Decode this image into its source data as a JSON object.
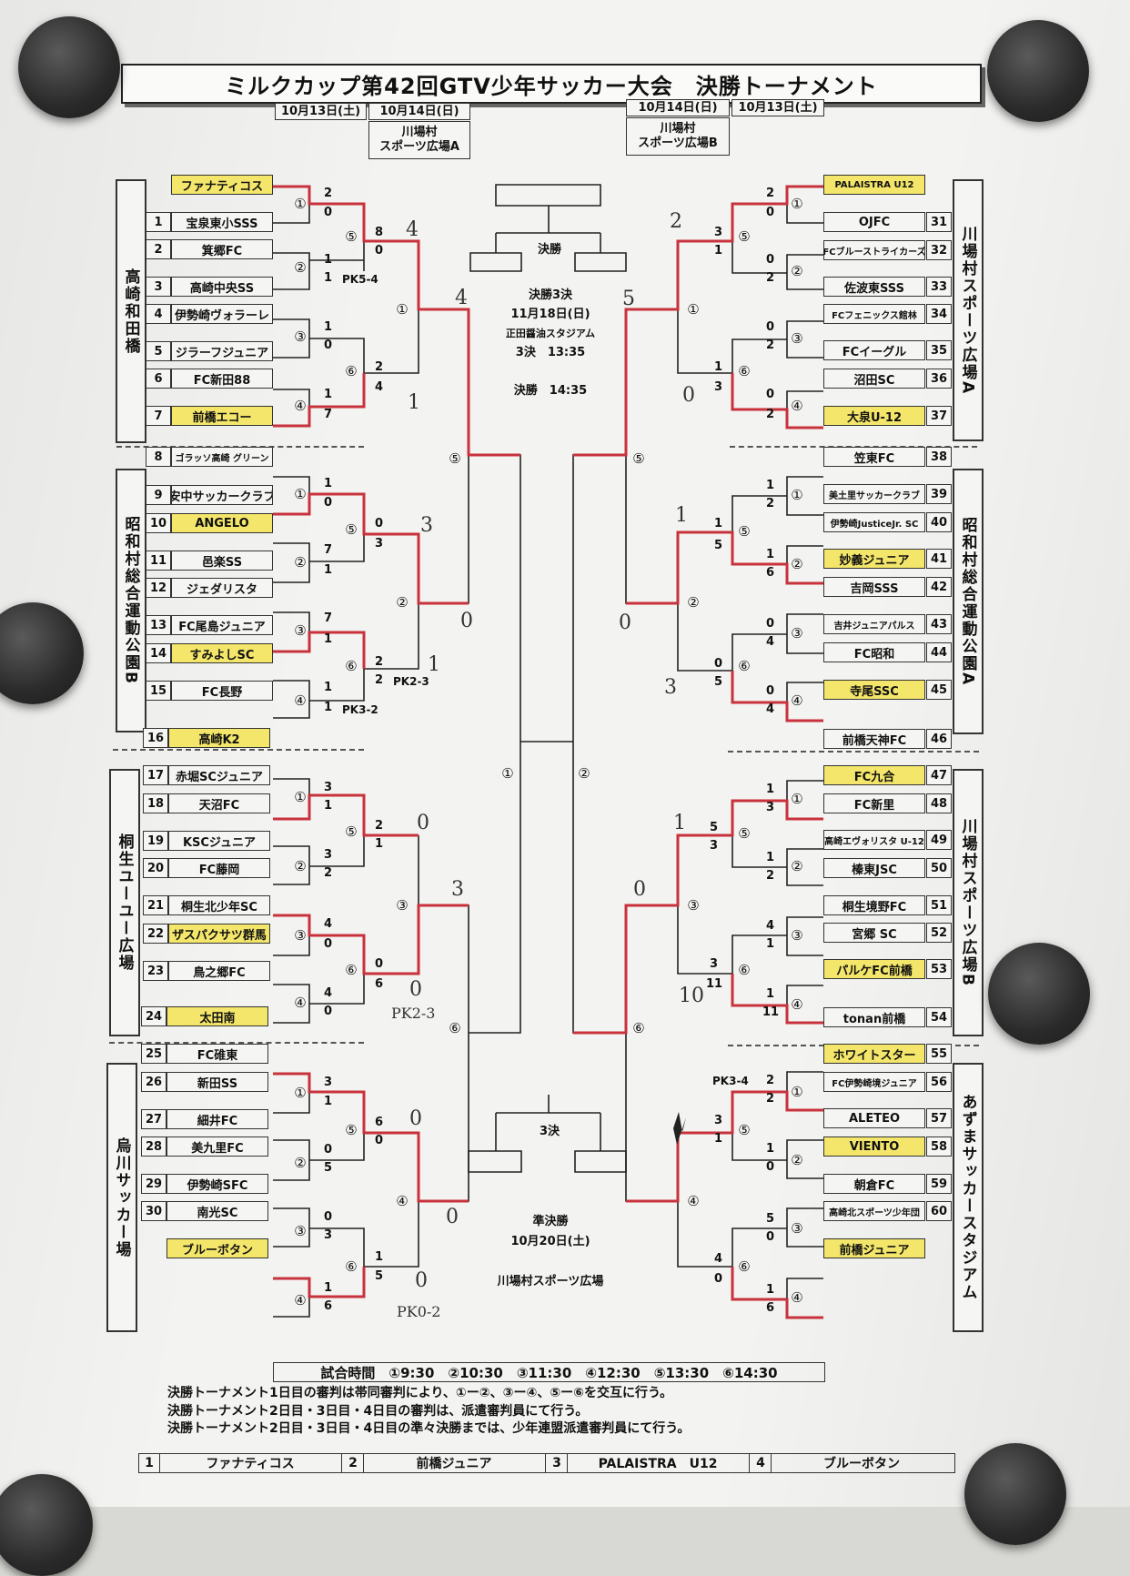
{
  "header": {
    "title": "ミルクカップ第42回GTV少年サッカー大会　決勝トーナメント",
    "left_dates": [
      "10月13日(土)",
      "10月14日(日)"
    ],
    "left_venue": [
      "川場村",
      "スポーツ広場A"
    ],
    "right_dates": [
      "10月14日(日)",
      "10月13日(土)"
    ],
    "right_venue": [
      "川場村",
      "スポーツ広場B"
    ]
  },
  "groups": {
    "left": [
      "高崎和田橋",
      "昭和村総合運動公園B",
      "桐生ユーユー広場",
      "烏川サッカー場"
    ],
    "right": [
      "川場村スポーツ広場A",
      "昭和村総合運動公園A",
      "川場村スポーツ広場B",
      "あずまサッカースタジアム"
    ]
  },
  "left_teams": [
    {
      "no": "",
      "name": "ファナティコス",
      "hl": true
    },
    {
      "no": "1",
      "name": "宝泉東小SSS"
    },
    {
      "no": "2",
      "name": "箕郷FC"
    },
    {
      "no": "3",
      "name": "高崎中央SS"
    },
    {
      "no": "4",
      "name": "伊勢崎ヴォラーレ"
    },
    {
      "no": "5",
      "name": "ジラーフジュニア"
    },
    {
      "no": "6",
      "name": "FC新田88"
    },
    {
      "no": "7",
      "name": "前橋エコー",
      "hl": true
    },
    {
      "no": "8",
      "name": "ゴラッソ高崎 グリーン",
      "small": true
    },
    {
      "no": "9",
      "name": "安中サッカークラブ"
    },
    {
      "no": "10",
      "name": "ANGELO",
      "hl": true
    },
    {
      "no": "11",
      "name": "邑楽SS"
    },
    {
      "no": "12",
      "name": "ジェダリスタ"
    },
    {
      "no": "13",
      "name": "FC尾島ジュニア"
    },
    {
      "no": "14",
      "name": "すみよしSC",
      "hl": true
    },
    {
      "no": "15",
      "name": "FC長野"
    },
    {
      "no": "16",
      "name": "高崎K2",
      "hl": true
    },
    {
      "no": "17",
      "name": "赤堀SCジュニア"
    },
    {
      "no": "18",
      "name": "天沼FC"
    },
    {
      "no": "19",
      "name": "KSCジュニア"
    },
    {
      "no": "20",
      "name": "FC藤岡"
    },
    {
      "no": "21",
      "name": "桐生北少年SC"
    },
    {
      "no": "22",
      "name": "ザスパクサツ群馬",
      "hl": true
    },
    {
      "no": "23",
      "name": "鳥之郷FC"
    },
    {
      "no": "24",
      "name": "太田南",
      "hl": true
    },
    {
      "no": "25",
      "name": "FC碓東"
    },
    {
      "no": "26",
      "name": "新田SS"
    },
    {
      "no": "27",
      "name": "細井FC"
    },
    {
      "no": "28",
      "name": "美九里FC"
    },
    {
      "no": "29",
      "name": "伊勢崎SFC"
    },
    {
      "no": "30",
      "name": "南光SC"
    },
    {
      "no": "",
      "name": "ブルーボタン",
      "hl": true
    }
  ],
  "right_teams": [
    {
      "no": "",
      "name": "PALAISTRA U12",
      "hl": true,
      "small": true
    },
    {
      "no": "31",
      "name": "OJFC"
    },
    {
      "no": "32",
      "name": "FCブルーストライカーズ",
      "small": true
    },
    {
      "no": "33",
      "name": "佐波東SSS"
    },
    {
      "no": "34",
      "name": "FCフェニックス館林",
      "small": true
    },
    {
      "no": "35",
      "name": "FCイーグル"
    },
    {
      "no": "36",
      "name": "沼田SC"
    },
    {
      "no": "37",
      "name": "大泉U-12",
      "hl": true
    },
    {
      "no": "38",
      "name": "笠東FC"
    },
    {
      "no": "39",
      "name": "美土里サッカークラブ",
      "small": true
    },
    {
      "no": "40",
      "name": "伊勢崎JusticeJr. SC",
      "small": true
    },
    {
      "no": "41",
      "name": "妙義ジュニア",
      "hl": true
    },
    {
      "no": "42",
      "name": "吉岡SSS"
    },
    {
      "no": "43",
      "name": "吉井ジュニアパルス",
      "small": true
    },
    {
      "no": "44",
      "name": "FC昭和"
    },
    {
      "no": "45",
      "name": "寺尾SSC",
      "hl": true
    },
    {
      "no": "46",
      "name": "前橋天神FC"
    },
    {
      "no": "47",
      "name": "FC九合",
      "hl": true
    },
    {
      "no": "48",
      "name": "FC新里"
    },
    {
      "no": "49",
      "name": "高崎エヴォリスタ U-12",
      "small": true
    },
    {
      "no": "50",
      "name": "榛東JSC"
    },
    {
      "no": "51",
      "name": "桐生境野FC"
    },
    {
      "no": "52",
      "name": "宮郷 SC"
    },
    {
      "no": "53",
      "name": "パルケFC前橋",
      "hl": true
    },
    {
      "no": "54",
      "name": "tonan前橋"
    },
    {
      "no": "55",
      "name": "ホワイトスター",
      "hl": true
    },
    {
      "no": "56",
      "name": "FC伊勢崎境ジュニア",
      "small": true
    },
    {
      "no": "57",
      "name": "ALETEO"
    },
    {
      "no": "58",
      "name": "VIENTO",
      "hl": true
    },
    {
      "no": "59",
      "name": "朝倉FC"
    },
    {
      "no": "60",
      "name": "高崎北スポーツ少年団",
      "small": true
    },
    {
      "no": "",
      "name": "前橋ジュニア",
      "hl": true
    }
  ],
  "center": {
    "final_label": "決勝",
    "final_info": [
      "決勝3決",
      "11月18日(日)",
      "正田醤油スタジアム",
      "3決　13:35",
      "決勝　14:35"
    ],
    "third_label": "3決",
    "semi_info": [
      "準決勝",
      "10月20日(土)",
      "川場村スポーツ広場"
    ],
    "match_marks": [
      "①",
      "②",
      "⑤",
      "⑥",
      "⑤",
      "⑥"
    ]
  },
  "left_marks": [
    "①",
    "⑤",
    "②",
    "③",
    "⑥",
    "④",
    "①",
    "①",
    "⑤",
    "②",
    "③",
    "⑥",
    "④",
    "②",
    "①",
    "⑤",
    "②",
    "③",
    "⑥",
    "④",
    "③",
    "①",
    "⑤",
    "②",
    "③",
    "⑥",
    "④",
    "④"
  ],
  "right_marks": [
    "①",
    "⑤",
    "②",
    "③",
    "⑥",
    "④",
    "①",
    "①",
    "⑤",
    "②",
    "③",
    "⑥",
    "④",
    "②",
    "①",
    "⑤",
    "②",
    "③",
    "⑥",
    "④",
    "③",
    "①",
    "⑤",
    "②",
    "③",
    "⑥",
    "④",
    "④"
  ],
  "left_scores": [
    "2",
    "0",
    "8",
    "0",
    "1",
    "1",
    "1",
    "0",
    "2",
    "4",
    "1",
    "7",
    "1",
    "0",
    "0",
    "3",
    "7",
    "1",
    "7",
    "1",
    "2",
    "2",
    "1",
    "1",
    "3",
    "1",
    "2",
    "1",
    "3",
    "2",
    "4",
    "0",
    "0",
    "6",
    "4",
    "0",
    "3",
    "1",
    "6",
    "0",
    "0",
    "5",
    "0",
    "3",
    "1",
    "5",
    "1",
    "6"
  ],
  "right_scores": [
    "2",
    "0",
    "3",
    "1",
    "0",
    "2",
    "0",
    "2",
    "1",
    "3",
    "0",
    "2",
    "1",
    "2",
    "1",
    "5",
    "1",
    "6",
    "0",
    "4",
    "0",
    "5",
    "0",
    "4",
    "1",
    "3",
    "5",
    "3",
    "1",
    "2",
    "4",
    "1",
    "3",
    "11",
    "1",
    "11",
    "2",
    "2",
    "3",
    "1",
    "1",
    "0",
    "5",
    "0",
    "4",
    "0",
    "1",
    "6"
  ],
  "pk_labels": [
    "PK5-4",
    "PK2-3",
    "PK3-2",
    "PK3-4"
  ],
  "handwritten": [
    "4",
    "4",
    "1",
    "3",
    "0",
    "1",
    "0",
    "3",
    "0",
    "0",
    "0",
    "0",
    "5",
    "0",
    "2",
    "0",
    "1",
    "3",
    "1",
    "0",
    "10"
  ],
  "handwritten_pk": [
    "PK2-3",
    "PK0-2"
  ],
  "footer": {
    "times": "試合時間　①9:30　②10:30　③11:30　④12:30　⑤13:30　⑥14:30",
    "notes": [
      "決勝トーナメント1日目の審判は帯同審判により、①ー②、③ー④、⑤ー⑥を交互に行う。",
      "決勝トーナメント2日目・3日目・4日目の審判は、派遣審判員にて行う。",
      "決勝トーナメント2日目・3日目・4日目の準々決勝までは、少年連盟派遣審判員にて行う。"
    ],
    "ranking": [
      {
        "rank": "1",
        "team": "ファナティコス"
      },
      {
        "rank": "2",
        "team": "前橋ジュニア"
      },
      {
        "rank": "3",
        "team": "PALAISTRA　U12"
      },
      {
        "rank": "4",
        "team": "ブルーボタン"
      }
    ]
  }
}
